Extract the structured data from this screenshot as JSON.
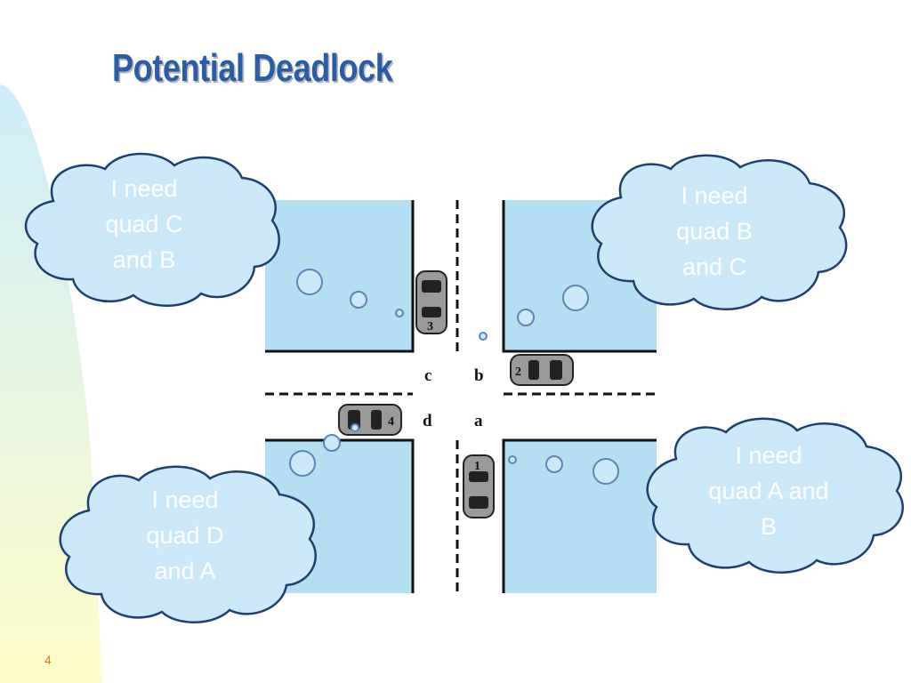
{
  "title": "Potential Deadlock",
  "slide_number": "4",
  "quadrant_labels": {
    "c": "c",
    "b": "b",
    "d": "d",
    "a": "a"
  },
  "cars": [
    {
      "id": "1",
      "label": "1"
    },
    {
      "id": "2",
      "label": "2"
    },
    {
      "id": "3",
      "label": "3"
    },
    {
      "id": "4",
      "label": "4"
    }
  ],
  "thoughts": {
    "car3": "I need\nquad C\nand B",
    "car2": "I need\nquad B\nand C",
    "car1": "I need\nquad A and\nB",
    "car4": "I need\nquad D\nand A"
  },
  "colors": {
    "title": "#2a5da8",
    "cloud_fill": "#cce9f9",
    "cloud_stroke": "#1f3f73",
    "block_fill": "#b4dff3",
    "slide_number": "#e07a1a"
  }
}
